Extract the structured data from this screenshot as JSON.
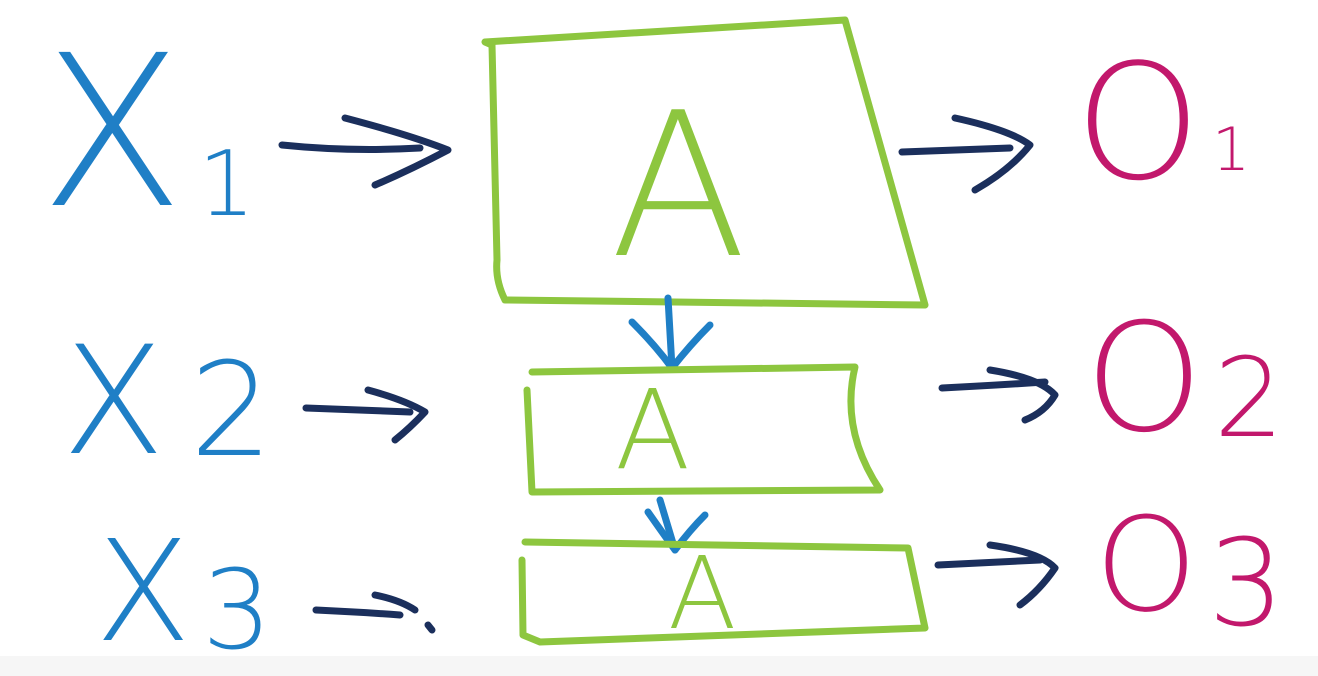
{
  "colors": {
    "input": "#1f7fc6",
    "cell": "#8dc63f",
    "arrow": "#1b2f5c",
    "output": "#c2186c",
    "background": "#ffffff"
  },
  "inputs": [
    {
      "letter": "X",
      "sub": "1"
    },
    {
      "letter": "X",
      "sub": "2"
    },
    {
      "letter": "X",
      "sub": "3"
    }
  ],
  "cells": [
    {
      "label": "A"
    },
    {
      "label": "A"
    },
    {
      "label": "A"
    }
  ],
  "outputs": [
    {
      "letter": "O",
      "sub": "1"
    },
    {
      "letter": "O",
      "sub": "2"
    },
    {
      "letter": "O",
      "sub": "3"
    }
  ]
}
